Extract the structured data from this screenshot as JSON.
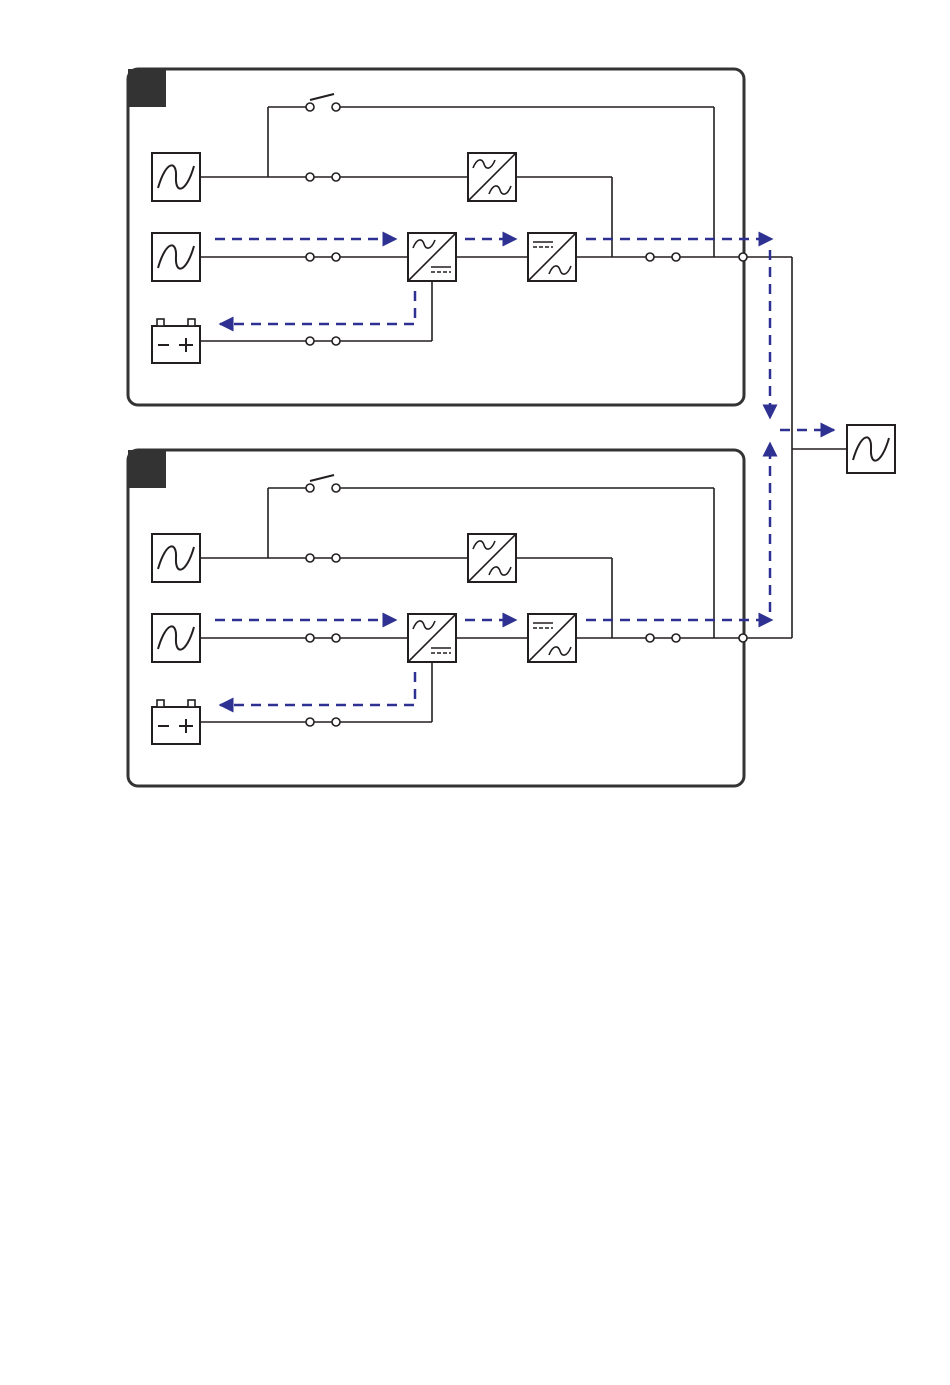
{
  "diagram": {
    "kind": "parallel UPS normal-mode power flow",
    "modules": [
      {
        "id": "ups-1",
        "label": ""
      },
      {
        "id": "ups-2",
        "label": ""
      }
    ],
    "symbols": {
      "ac_source": "sine-wave-icon",
      "battery": "battery-icon",
      "rectifier": "ac-dc-converter-icon",
      "inverter": "dc-ac-converter-icon",
      "static_bypass": "ac-ac-switch-icon",
      "load": "load-sine-icon"
    },
    "colors": {
      "line": "#231f20",
      "flow": "#2e3192",
      "module_tab": "#333333"
    }
  }
}
